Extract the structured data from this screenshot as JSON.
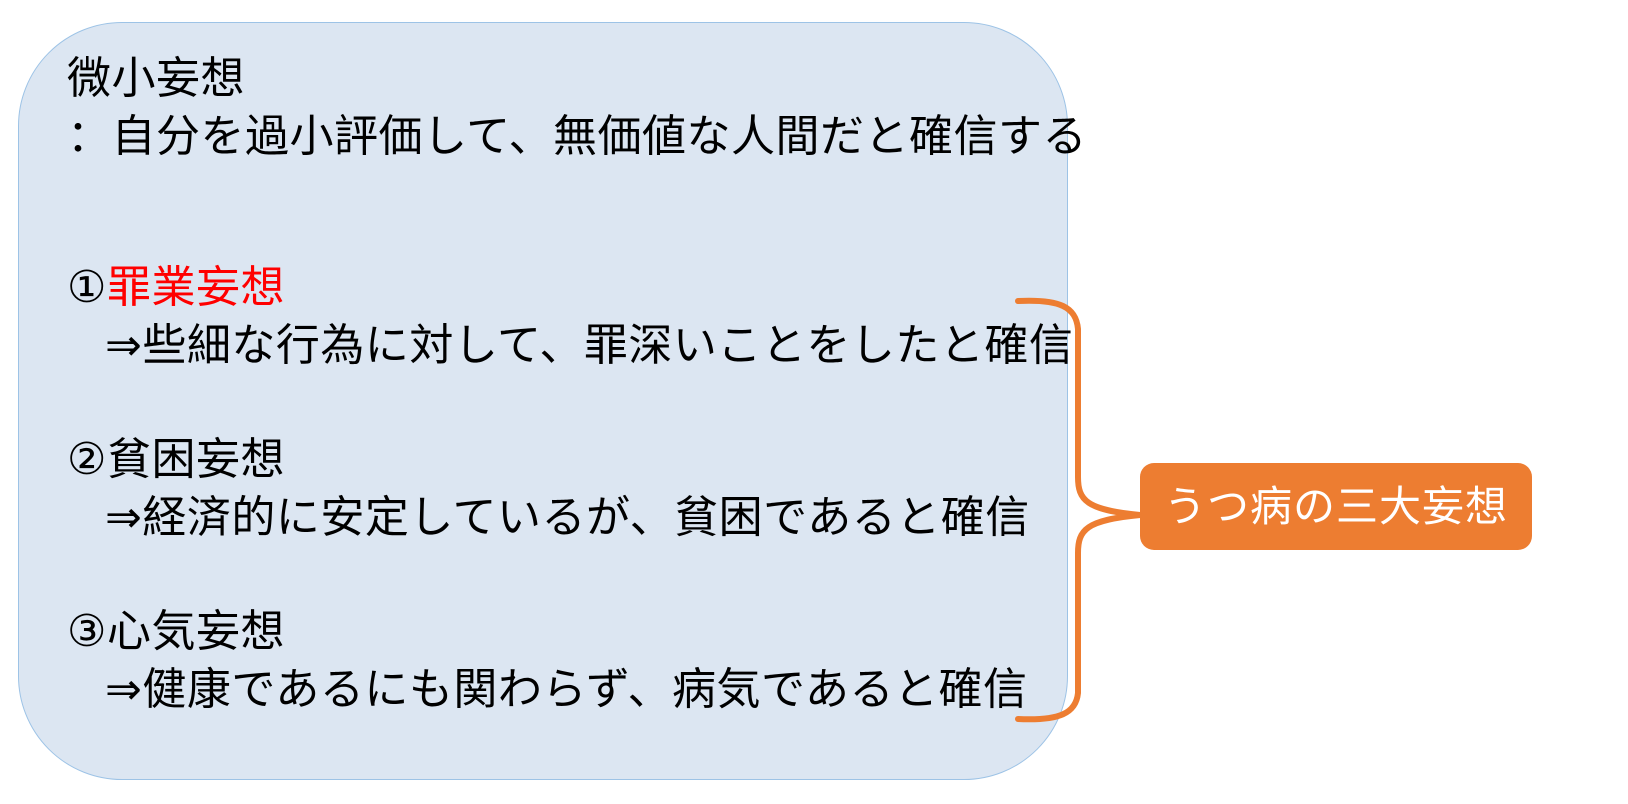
{
  "slide": {
    "panel": {
      "title": "微小妄想",
      "subtitle": "：自分を過小評価して、無価値な人間だと確信する",
      "items": [
        {
          "marker": "①",
          "label": "罪業妄想",
          "label_color": "#FF0000",
          "description": "⇒些細な行為に対して、罪深いことをしたと確信"
        },
        {
          "marker": "②",
          "label": "貧困妄想",
          "label_color": "#000000",
          "description": "⇒経済的に安定しているが、貧困であると確信"
        },
        {
          "marker": "③",
          "label": "心気妄想",
          "label_color": "#000000",
          "description": "⇒健康であるにも関わらず、病気であると確信"
        }
      ]
    },
    "callout": {
      "label": "うつ病の三大妄想"
    },
    "brace": {
      "icon": "curly-brace-right-icon"
    },
    "colors": {
      "panel_fill": "#DCE6F2",
      "panel_border": "#9DC3E6",
      "accent_orange": "#ED7D31",
      "highlight_red": "#FF0000",
      "text": "#000000",
      "callout_text": "#FFFFFF",
      "background": "#FFFFFF"
    }
  }
}
